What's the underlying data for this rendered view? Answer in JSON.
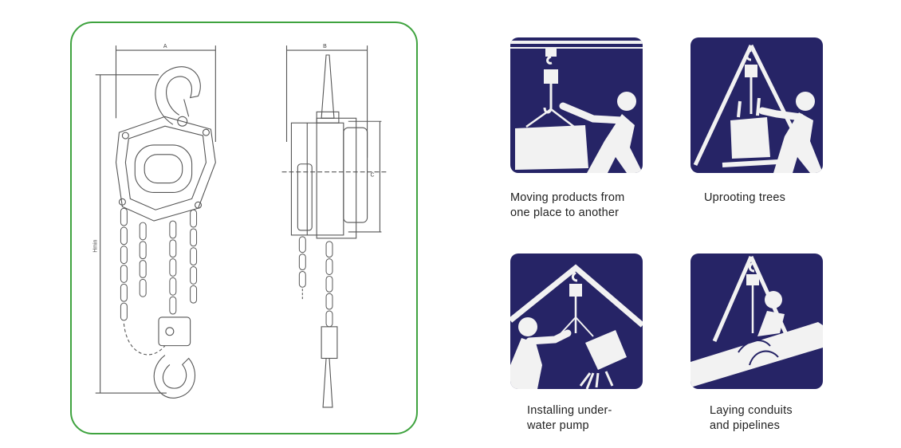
{
  "drawing": {
    "dim_labels": {
      "a": "A",
      "b": "B",
      "c": "C",
      "hmin": "Hmin"
    }
  },
  "tiles": [
    {
      "caption": "Moving products from\none place to another"
    },
    {
      "caption": "Uprooting trees"
    },
    {
      "caption": "Installing under-\nwater pump"
    },
    {
      "caption": "Laying conduits\nand pipelines"
    }
  ],
  "colors": {
    "frame": "#3fa33f",
    "tile_bg": "#262466",
    "tile_fg": "#f2f2f2"
  }
}
